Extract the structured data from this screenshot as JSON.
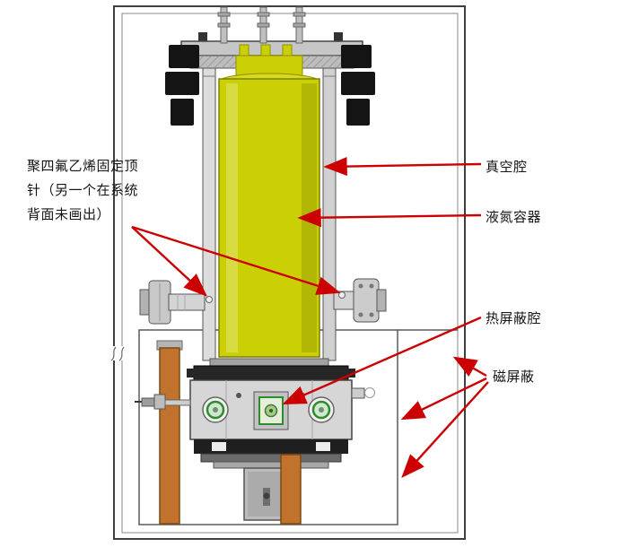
{
  "diagram": {
    "labels": {
      "ptfe_line1": "聚四氟乙烯固定顶",
      "ptfe_line2": "针（另一个在系统",
      "ptfe_line3": "背面未画出）",
      "vacuum_chamber": "真空腔",
      "ln2_container": "液氮容器",
      "heat_shield": "热屏蔽腔",
      "magnetic_shield": "磁屏蔽"
    },
    "colors": {
      "arrow": "#cc0000",
      "cylinder": "#cbd005",
      "cylinder_top": "#d6da1c",
      "leg": "#c1722c",
      "port_green": "#2e8b2e"
    }
  }
}
